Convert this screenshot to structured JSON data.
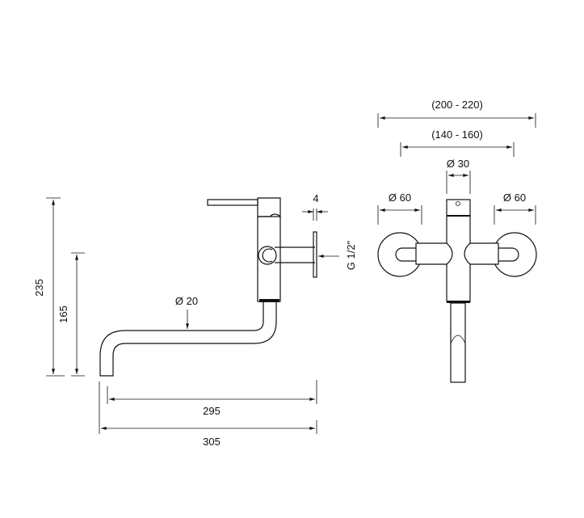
{
  "side_view": {
    "height_total": "235",
    "height_spout": "165",
    "length_spout": "295",
    "length_total": "305",
    "spout_diameter": "Ø 20",
    "flange_thickness": "4",
    "thread": "G 1/2\""
  },
  "front_view": {
    "center_distance_outer": "(200 - 220)",
    "center_distance_inner": "(140 - 160)",
    "body_diameter": "Ø 30",
    "rosette_left_diameter": "Ø 60",
    "rosette_right_diameter": "Ø 60"
  }
}
